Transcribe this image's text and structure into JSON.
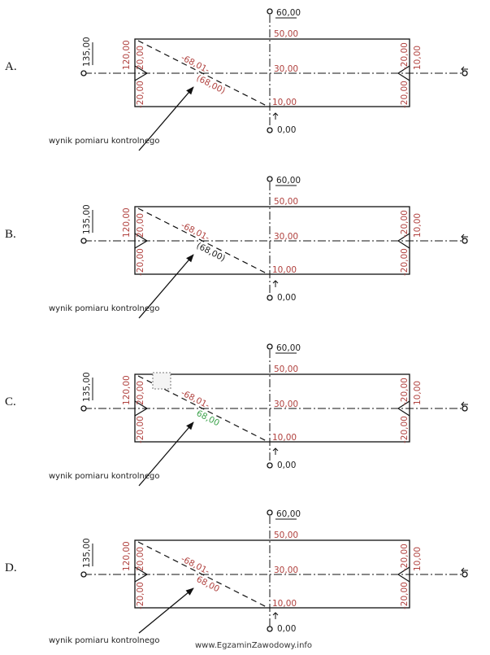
{
  "colors": {
    "red": "#b0413e",
    "green": "#3aa24a",
    "dark": "#222222"
  },
  "footer": "www.EgzaminZawodowy.info",
  "options": [
    {
      "label": "A.",
      "top": "60,00",
      "left_top": "135,00",
      "box_top": "50,00",
      "box_mid": "30,00",
      "box_bot": "10,00",
      "bottom": "0,00",
      "lv_up": "120,00",
      "lv_up2": "20,00",
      "lv_down": "-20,00",
      "rv_up": "-20,00",
      "rv_up2": "10,00",
      "rv_down": "-20,00",
      "diag": "-68,01-",
      "meas": "(68,00)",
      "meas_color": "red",
      "caption": "wynik pomiaru kontrolnego"
    },
    {
      "label": "B.",
      "top": "60,00",
      "left_top": "135,00",
      "box_top": "50,00",
      "box_mid": "30,00",
      "box_bot": "10,00",
      "bottom": "0,00",
      "lv_up": "120,00",
      "lv_up2": "20,00",
      "lv_down": "-20,00",
      "rv_up": "-20,00",
      "rv_up2": "10,00",
      "rv_down": "-20,00",
      "diag": "-68,01-",
      "meas": "(68,00)",
      "meas_color": "dark",
      "caption": "wynik pomiaru kontrolnego"
    },
    {
      "label": "C.",
      "top": "60,00",
      "left_top": "135,00",
      "box_top": "50,00",
      "box_mid": "30,00",
      "box_bot": "10,00",
      "bottom": "0,00",
      "lv_up": "120,00",
      "lv_up2": "20,00",
      "lv_down": "-20,00",
      "rv_up": "-20,00",
      "rv_up2": "10,00",
      "rv_down": "-20,00",
      "diag": "-68,01-",
      "meas": "68,00",
      "meas_color": "green",
      "caption": "wynik pomiaru kontrolnego"
    },
    {
      "label": "D.",
      "top": "60,00",
      "left_top": "135,00",
      "box_top": "50,00",
      "box_mid": "30,00",
      "box_bot": "10,00",
      "bottom": "0,00",
      "lv_up": "120,00",
      "lv_up2": "20,00",
      "lv_down": "-20,00",
      "rv_up": "-20,00",
      "rv_up2": "10,00",
      "rv_down": "-20,00",
      "diag": "-68,01-",
      "meas": "68,00",
      "meas_color": "red",
      "caption": "wynik pomiaru kontrolnego"
    }
  ]
}
